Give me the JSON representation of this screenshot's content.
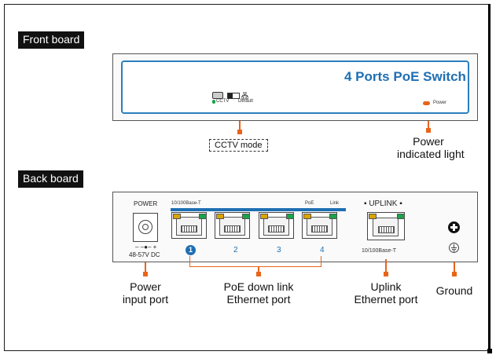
{
  "sections": {
    "front": "Front board",
    "back": "Back board"
  },
  "front_board": {
    "title": "4 Ports PoE Switch",
    "switch_left_label": "CCTV",
    "switch_right_label": "Default",
    "power_led_label": "Power",
    "callout_cctv": "CCTV mode",
    "callout_power": [
      "Power",
      "indicated light"
    ]
  },
  "back_board": {
    "power_label": "POWER",
    "polarity": "– –●– +",
    "voltage": "48-57V DC",
    "ports_header": "10/100Base-T",
    "poe_label": "PoE",
    "link_label": "Link",
    "port_numbers": [
      "1",
      "2",
      "3",
      "4"
    ],
    "uplink_label": "▪ UPLINK ▪",
    "uplink_speed": "10/100Base-T",
    "callouts": {
      "power_input": [
        "Power",
        "input port"
      ],
      "poe_downlink": [
        "PoE down link",
        "Ethernet port"
      ],
      "uplink": [
        "Uplink",
        "Ethernet port"
      ],
      "ground": "Ground"
    }
  },
  "colors": {
    "accent_blue": "#1f6fb3",
    "callout_orange": "#e8641a",
    "led_green": "#1aa34a",
    "led_yellow": "#d9a400",
    "power_led": "#e8641a"
  }
}
